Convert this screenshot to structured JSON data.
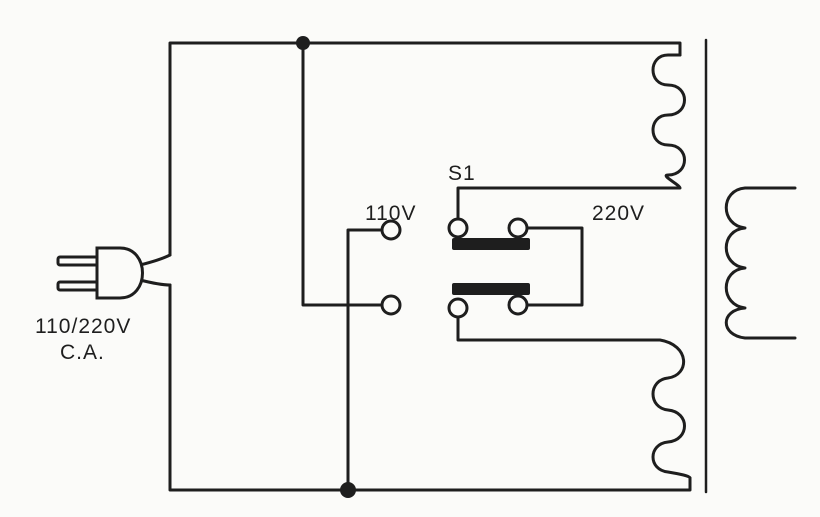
{
  "labels": {
    "switch": "S1",
    "tap_110": "110V",
    "tap_220": "220V",
    "input_voltage": "110/220V",
    "input_type": "C.A."
  },
  "colors": {
    "ink": "#1e1e1e",
    "paper": "#fbfbf9"
  }
}
